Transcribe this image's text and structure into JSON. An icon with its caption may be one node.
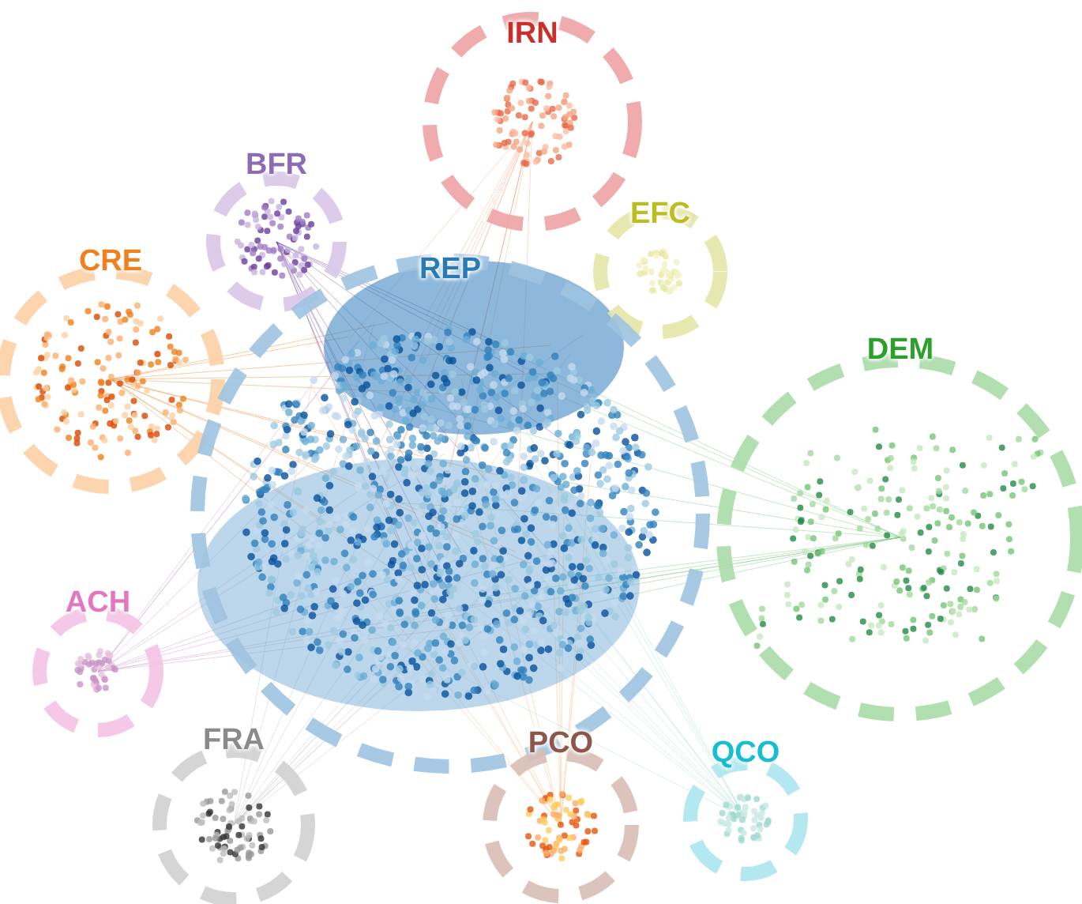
{
  "diagram": {
    "nodes": [
      {
        "text": [
          "IRN"
        ]
      },
      {
        "text": [
          "BFR"
        ]
      },
      {
        "text": [
          "EFC"
        ]
      },
      {
        "text": [
          "CRE"
        ]
      },
      {
        "text": [
          "REP"
        ]
      },
      {
        "text": [
          "DEM"
        ]
      },
      {
        "text": [
          "ACH"
        ]
      },
      {
        "text": [
          "FRA"
        ]
      },
      {
        "text": [
          "PCO"
        ]
      },
      {
        "text": [
          "QCO"
        ]
      }
    ]
  }
}
